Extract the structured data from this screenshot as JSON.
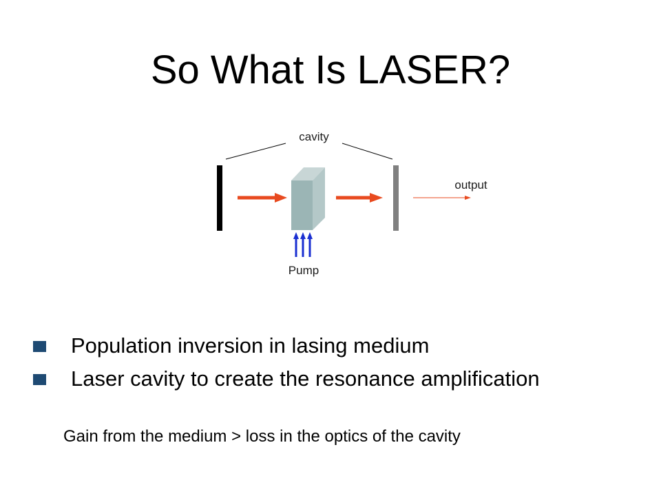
{
  "slide": {
    "title": "So What Is LASER?"
  },
  "diagram": {
    "cavity_label": "cavity",
    "output_label": "output",
    "pump_label": "Pump",
    "colors": {
      "beam": "#e84a1f",
      "pump_arrows": "#1a2fd1",
      "back_mirror": "#000000",
      "output_mirror": "#808080",
      "medium_front": "#9bb5b5",
      "medium_top": "#c8d6d6",
      "medium_side": "#b4c8c8"
    }
  },
  "bullets": [
    {
      "text": "Population inversion in lasing medium"
    },
    {
      "text": "Laser cavity to create the resonance amplification"
    }
  ],
  "footnote": "Gain from the medium > loss in the optics of the cavity",
  "colors": {
    "bullet_marker": "#1e4a73",
    "text": "#000000"
  }
}
